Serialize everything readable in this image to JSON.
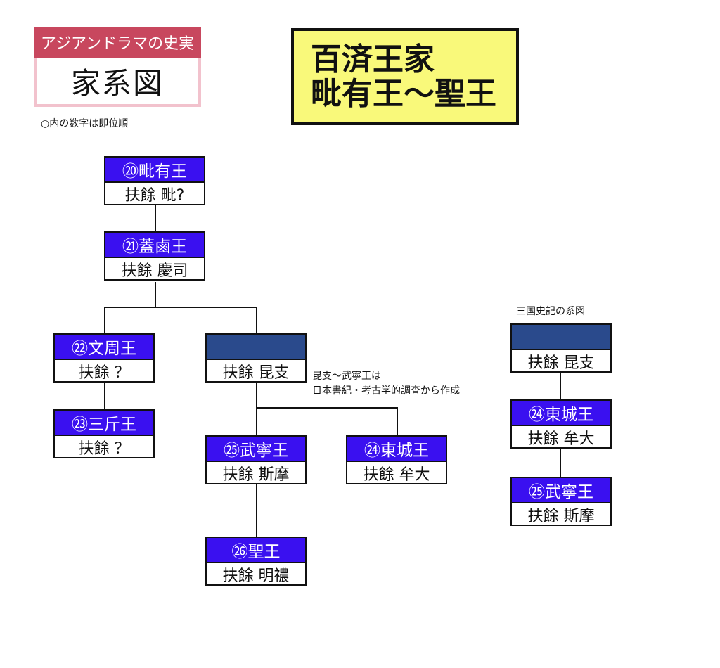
{
  "header": {
    "series": "アジアンドラマの史実",
    "label": "家系図",
    "note": "○内の数字は即位順"
  },
  "title": {
    "line1": "百済王家",
    "line2": "毗有王～聖王"
  },
  "tree": {
    "piyu": {
      "title": "⑳毗有王",
      "name": "扶餘 毗?"
    },
    "gaero": {
      "title": "㉑蓋鹵王",
      "name": "扶餘 慶司"
    },
    "munju": {
      "title": "㉒文周王",
      "name": "扶餘 ？"
    },
    "samgeun": {
      "title": "㉓三斤王",
      "name": "扶餘 ？"
    },
    "gonji": {
      "title": "",
      "name": "扶餘 昆支"
    },
    "muryeong": {
      "title": "㉕武寧王",
      "name": "扶餘 斯摩"
    },
    "dongseong": {
      "title": "㉔東城王",
      "name": "扶餘 牟大"
    },
    "seong": {
      "title": "㉖聖王",
      "name": "扶餘 明禯"
    }
  },
  "side_note": {
    "line1": "昆支～武寧王は",
    "line2": "日本書紀・考古学的調査から作成"
  },
  "samguk": {
    "caption": "三国史記の系図",
    "gonji": {
      "title": "",
      "name": "扶餘 昆支"
    },
    "dongseong": {
      "title": "㉔東城王",
      "name": "扶餘 牟大"
    },
    "muryeong": {
      "title": "㉕武寧王",
      "name": "扶餘 斯摩"
    }
  }
}
